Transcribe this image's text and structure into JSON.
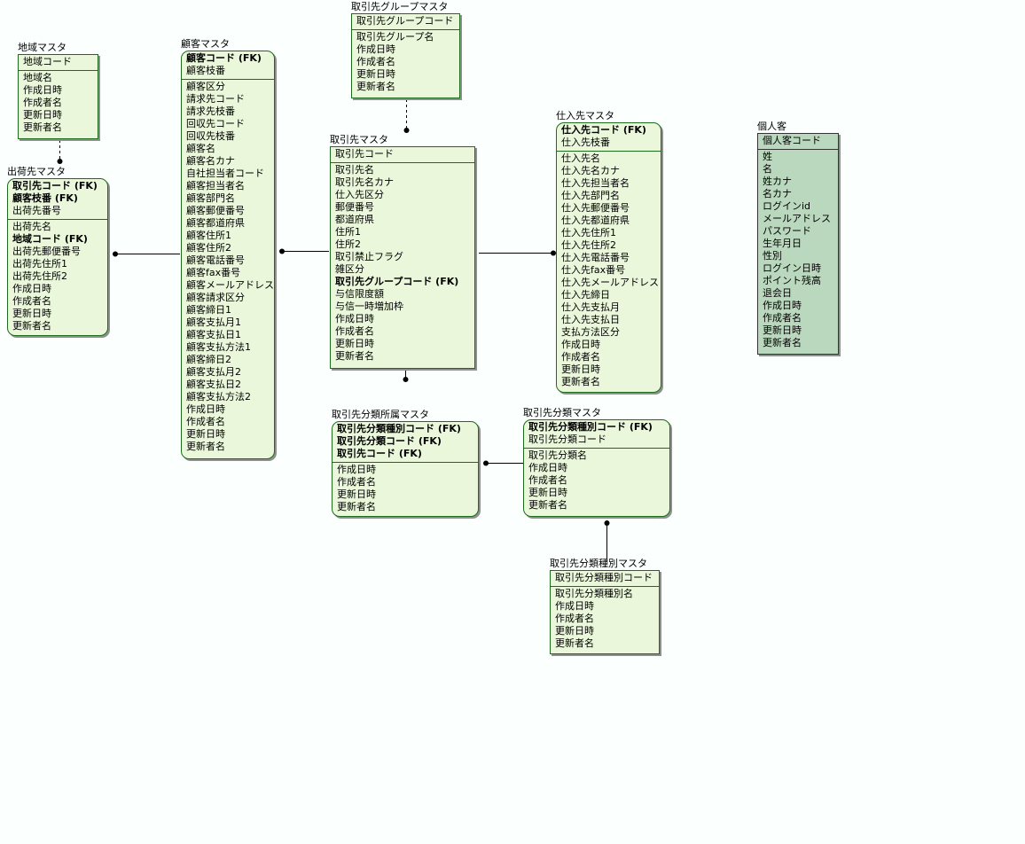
{
  "entities": {
    "chiiki": {
      "title": "地域マスタ",
      "pk": [
        {
          "t": "地域コード"
        }
      ],
      "attrs": [
        {
          "t": "地域名"
        },
        {
          "t": "作成日時"
        },
        {
          "t": "作成者名"
        },
        {
          "t": "更新日時"
        },
        {
          "t": "更新者名"
        }
      ]
    },
    "shukka": {
      "title": "出荷先マスタ",
      "pk": [
        {
          "t": "取引先コード (FK)",
          "b": true
        },
        {
          "t": "顧客枝番 (FK)",
          "b": true
        },
        {
          "t": "出荷先番号"
        }
      ],
      "attrs": [
        {
          "t": "出荷先名"
        },
        {
          "t": "地域コード (FK)",
          "b": true
        },
        {
          "t": "出荷先郵便番号"
        },
        {
          "t": "出荷先住所1"
        },
        {
          "t": "出荷先住所2"
        },
        {
          "t": "作成日時"
        },
        {
          "t": "作成者名"
        },
        {
          "t": "更新日時"
        },
        {
          "t": "更新者名"
        }
      ]
    },
    "kokyaku": {
      "title": "顧客マスタ",
      "pk": [
        {
          "t": "顧客コード (FK)",
          "b": true
        },
        {
          "t": "顧客枝番"
        }
      ],
      "attrs": [
        {
          "t": "顧客区分"
        },
        {
          "t": "請求先コード"
        },
        {
          "t": "請求先枝番"
        },
        {
          "t": "回収先コード"
        },
        {
          "t": "回収先枝番"
        },
        {
          "t": "顧客名"
        },
        {
          "t": "顧客名カナ"
        },
        {
          "t": "自社担当者コード"
        },
        {
          "t": "顧客担当者名"
        },
        {
          "t": "顧客部門名"
        },
        {
          "t": "顧客郵便番号"
        },
        {
          "t": "顧客都道府県"
        },
        {
          "t": "顧客住所1"
        },
        {
          "t": "顧客住所2"
        },
        {
          "t": "顧客電話番号"
        },
        {
          "t": "顧客fax番号"
        },
        {
          "t": "顧客メールアドレス"
        },
        {
          "t": "顧客請求区分"
        },
        {
          "t": "顧客締日1"
        },
        {
          "t": "顧客支払月1"
        },
        {
          "t": "顧客支払日1"
        },
        {
          "t": "顧客支払方法1"
        },
        {
          "t": "顧客締日2"
        },
        {
          "t": "顧客支払月2"
        },
        {
          "t": "顧客支払日2"
        },
        {
          "t": "顧客支払方法2"
        },
        {
          "t": "作成日時"
        },
        {
          "t": "作成者名"
        },
        {
          "t": "更新日時"
        },
        {
          "t": "更新者名"
        }
      ]
    },
    "group": {
      "title": "取引先グループマスタ",
      "pk": [
        {
          "t": "取引先グループコード"
        }
      ],
      "attrs": [
        {
          "t": "取引先グループ名"
        },
        {
          "t": "作成日時"
        },
        {
          "t": "作成者名"
        },
        {
          "t": "更新日時"
        },
        {
          "t": "更新者名"
        }
      ]
    },
    "torihiki": {
      "title": "取引先マスタ",
      "pk": [
        {
          "t": "取引先コード"
        }
      ],
      "attrs": [
        {
          "t": "取引先名"
        },
        {
          "t": "取引先名カナ"
        },
        {
          "t": "仕入先区分"
        },
        {
          "t": "郵便番号"
        },
        {
          "t": "都道府県"
        },
        {
          "t": "住所1"
        },
        {
          "t": "住所2"
        },
        {
          "t": "取引禁止フラグ"
        },
        {
          "t": "雑区分"
        },
        {
          "t": "取引先グループコード (FK)",
          "b": true
        },
        {
          "t": "与信限度額"
        },
        {
          "t": "与信一時増加枠"
        },
        {
          "t": "作成日時"
        },
        {
          "t": "作成者名"
        },
        {
          "t": "更新日時"
        },
        {
          "t": "更新者名"
        }
      ]
    },
    "shiire": {
      "title": "仕入先マスタ",
      "pk": [
        {
          "t": "仕入先コード (FK)",
          "b": true
        },
        {
          "t": "仕入先枝番"
        }
      ],
      "attrs": [
        {
          "t": "仕入先名"
        },
        {
          "t": "仕入先名カナ"
        },
        {
          "t": "仕入先担当者名"
        },
        {
          "t": "仕入先部門名"
        },
        {
          "t": "仕入先郵便番号"
        },
        {
          "t": "仕入先都道府県"
        },
        {
          "t": "仕入先住所1"
        },
        {
          "t": "仕入先住所2"
        },
        {
          "t": "仕入先電話番号"
        },
        {
          "t": "仕入先fax番号"
        },
        {
          "t": "仕入先メールアドレス"
        },
        {
          "t": "仕入先締日"
        },
        {
          "t": "仕入先支払月"
        },
        {
          "t": "仕入先支払日"
        },
        {
          "t": "支払方法区分"
        },
        {
          "t": "作成日時"
        },
        {
          "t": "作成者名"
        },
        {
          "t": "更新日時"
        },
        {
          "t": "更新者名"
        }
      ]
    },
    "kojin": {
      "title": "個人客",
      "pk": [
        {
          "t": "個人客コード"
        }
      ],
      "attrs": [
        {
          "t": "姓"
        },
        {
          "t": "名"
        },
        {
          "t": "姓カナ"
        },
        {
          "t": "名カナ"
        },
        {
          "t": "ログインid"
        },
        {
          "t": "メールアドレス"
        },
        {
          "t": "パスワード"
        },
        {
          "t": "生年月日"
        },
        {
          "t": "性別"
        },
        {
          "t": "ログイン日時"
        },
        {
          "t": "ポイント残高"
        },
        {
          "t": "退会日"
        },
        {
          "t": "作成日時"
        },
        {
          "t": "作成者名"
        },
        {
          "t": "更新日時"
        },
        {
          "t": "更新者名"
        }
      ]
    },
    "shozoku": {
      "title": "取引先分類所属マスタ",
      "pk": [
        {
          "t": "取引先分類種別コード (FK)",
          "b": true
        },
        {
          "t": "取引先分類コード (FK)",
          "b": true
        },
        {
          "t": "取引先コード (FK)",
          "b": true
        }
      ],
      "attrs": [
        {
          "t": "作成日時"
        },
        {
          "t": "作成者名"
        },
        {
          "t": "更新日時"
        },
        {
          "t": "更新者名"
        }
      ]
    },
    "bunrui": {
      "title": "取引先分類マスタ",
      "pk": [
        {
          "t": "取引先分類種別コード (FK)",
          "b": true
        },
        {
          "t": "取引先分類コード"
        }
      ],
      "attrs": [
        {
          "t": "取引先分類名"
        },
        {
          "t": "作成日時"
        },
        {
          "t": "作成者名"
        },
        {
          "t": "更新日時"
        },
        {
          "t": "更新者名"
        }
      ]
    },
    "shubetsu": {
      "title": "取引先分類種別マスタ",
      "pk": [
        {
          "t": "取引先分類種別コード"
        }
      ],
      "attrs": [
        {
          "t": "取引先分類種別名"
        },
        {
          "t": "作成日時"
        },
        {
          "t": "作成者名"
        },
        {
          "t": "更新日時"
        },
        {
          "t": "更新者名"
        }
      ]
    }
  }
}
